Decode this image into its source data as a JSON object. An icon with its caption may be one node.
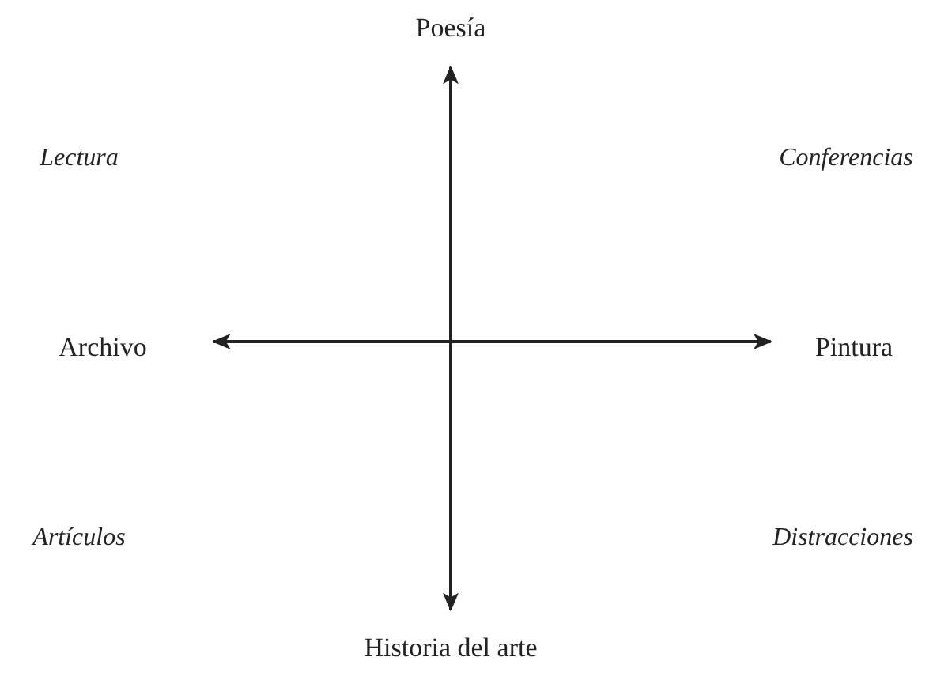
{
  "diagram": {
    "nodes": [
      {
        "text": [
          "Poesía"
        ]
      },
      {
        "text": [
          "Archivo"
        ]
      },
      {
        "text": [
          "Pintura"
        ]
      },
      {
        "text": [
          "Historia del arte"
        ]
      }
    ],
    "edges": [
      {
        "from": 0,
        "to": 3,
        "arrow": "both"
      },
      {
        "from": 1,
        "to": 2,
        "arrow": "both"
      }
    ],
    "labels": [
      "Lectura",
      "Conferencias",
      "Artículos",
      "Distracciones"
    ]
  }
}
